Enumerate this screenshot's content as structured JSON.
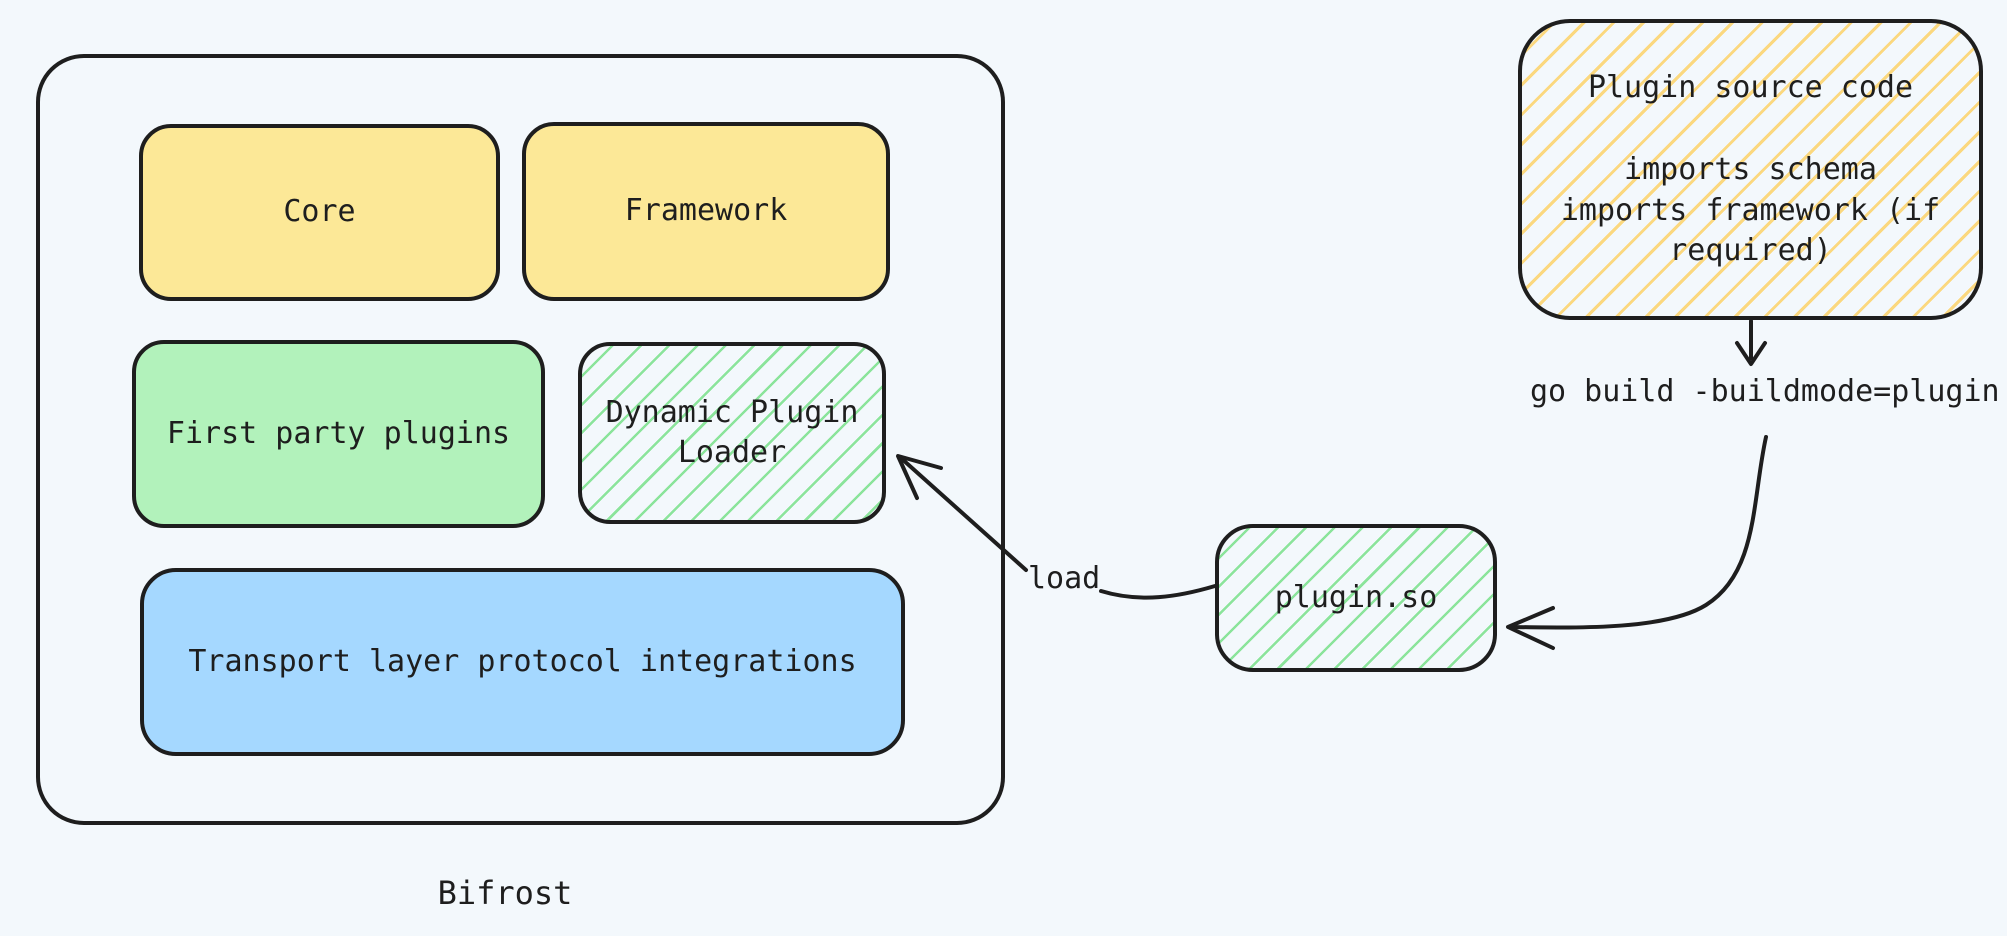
{
  "colors": {
    "background": "#f3f8fc",
    "stroke": "#1e1e1e",
    "yellow": "#fce897",
    "green": "#b2f2bb",
    "blue": "#a5d8ff",
    "yellow_hatch": "#fbd87f",
    "green_hatch": "#8be49b"
  },
  "bifrost": {
    "label": "Bifrost",
    "core": "Core",
    "framework": "Framework",
    "first_party": "First party plugins",
    "dynamic_loader": "Dynamic Plugin Loader",
    "transport": "Transport layer protocol integrations"
  },
  "plugin_source": {
    "title": "Plugin source code",
    "details": "imports schema\nimports framework (if\nrequired)"
  },
  "build_command": "go build -buildmode=plugin",
  "plugin_so": "plugin.so",
  "load_label": "load"
}
